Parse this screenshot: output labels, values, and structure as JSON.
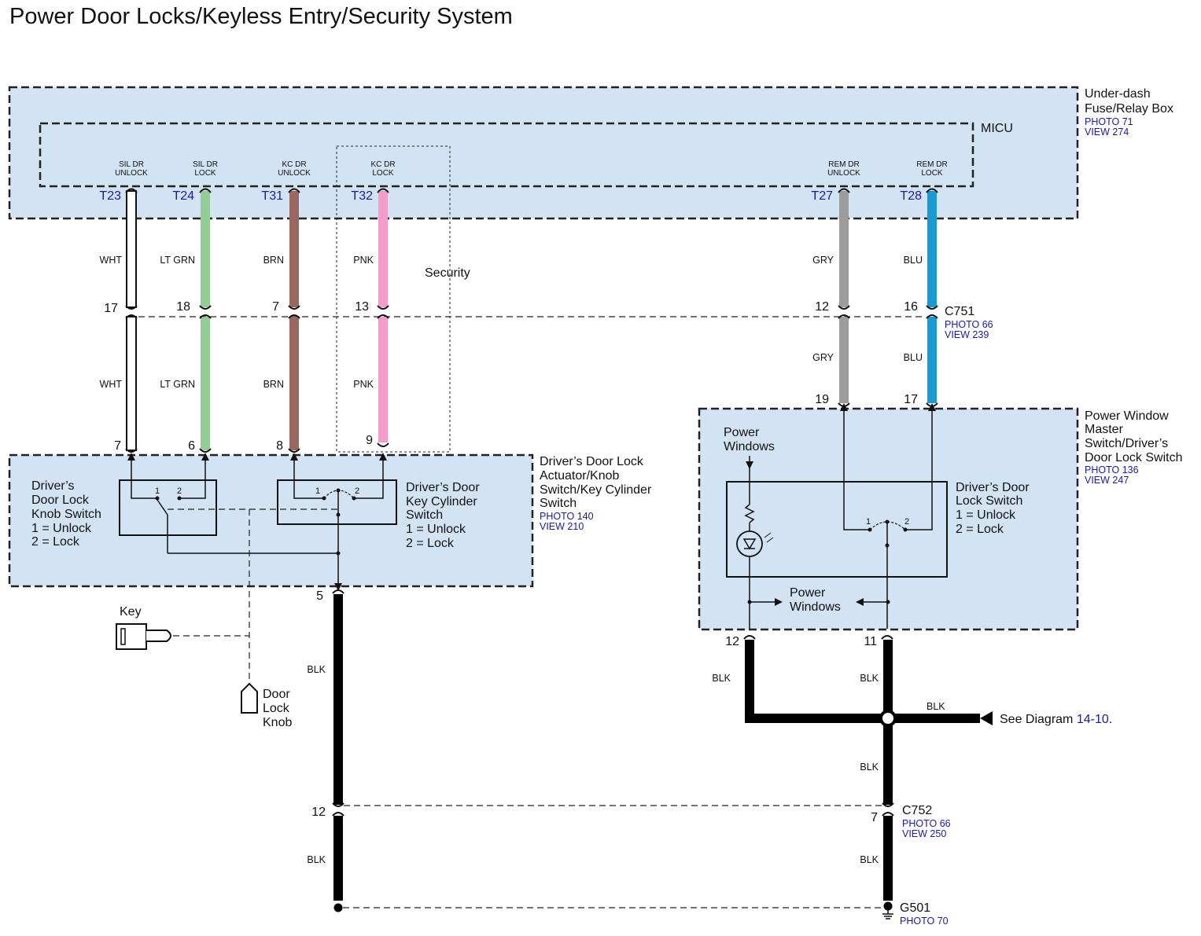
{
  "title": "Power Door Locks/Keyless Entry/Security System",
  "colors": {
    "box_fill": "#d2e3f4",
    "link_blue": "#1a1aa8",
    "wht": "#ffffff",
    "lt_grn": "#93cc95",
    "brn": "#9a6660",
    "pnk": "#f59ccb",
    "gry": "#9c9c9c",
    "blu": "#1a9ad2",
    "blk": "#000000"
  },
  "underdash_box": {
    "name_line1": "Under-dash",
    "name_line2": "Fuse/Relay Box",
    "photo": "PHOTO 71",
    "view": "VIEW 274",
    "micu_label": "MICU",
    "terminals": [
      {
        "label_line1": "SIL DR",
        "label_line2": "UNLOCK",
        "tnum": "T23"
      },
      {
        "label_line1": "SIL DR",
        "label_line2": "LOCK",
        "tnum": "T24"
      },
      {
        "label_line1": "KC DR",
        "label_line2": "UNLOCK",
        "tnum": "T31"
      },
      {
        "label_line1": "KC DR",
        "label_line2": "LOCK",
        "tnum": "T32"
      },
      {
        "label_line1": "REM DR",
        "label_line2": "UNLOCK",
        "tnum": "T27"
      },
      {
        "label_line1": "REM DR",
        "label_line2": "LOCK",
        "tnum": "T28"
      }
    ]
  },
  "security_label": "Security",
  "wires_upper": [
    "WHT",
    "LT GRN",
    "BRN",
    "PNK",
    "GRY",
    "BLU"
  ],
  "wires_lower": [
    "WHT",
    "LT GRN",
    "BRN",
    "PNK",
    "GRY",
    "BLU"
  ],
  "c751": {
    "name": "C751",
    "photo": "PHOTO 66",
    "view": "VIEW 239",
    "pins": [
      "17",
      "18",
      "7",
      "13",
      "12",
      "16"
    ]
  },
  "actuator_pins": [
    "7",
    "6",
    "8",
    "9"
  ],
  "pw_pins": [
    "19",
    "17"
  ],
  "actuator_box": {
    "name_line1": "Driver’s Door Lock",
    "name_line2": "Actuator/Knob",
    "name_line3": "Switch/Key Cylinder",
    "name_line4": "Switch",
    "photo": "PHOTO 140",
    "view": "VIEW 210",
    "knob_switch": {
      "line1": "Driver’s",
      "line2": "Door Lock",
      "line3": "Knob Switch",
      "line4": "1 = Unlock",
      "line5": "2 = Lock",
      "pos1": "1",
      "pos2": "2"
    },
    "key_switch": {
      "line1": "Driver’s Door",
      "line2": "Key Cylinder",
      "line3": "Switch",
      "line4": "1 = Unlock",
      "line5": "2 = Lock",
      "pos1": "1",
      "pos2": "2"
    },
    "ground_pin": "5"
  },
  "key_label": "Key",
  "door_knob": {
    "line1": "Door",
    "line2": "Lock",
    "line3": "Knob"
  },
  "pw_box": {
    "name_line1": "Power Window",
    "name_line2": "Master",
    "name_line3": "Switch/Driver’s",
    "name_line4": "Door Lock Switch",
    "photo": "PHOTO 136",
    "view": "VIEW 247",
    "power_windows_top_line1": "Power",
    "power_windows_top_line2": "Windows",
    "lock_switch": {
      "line1": "Driver’s Door",
      "line2": "Lock Switch",
      "line3": "1 = Unlock",
      "line4": "2 = Lock",
      "pos1": "1",
      "pos2": "2"
    },
    "power_windows_bottom_line1": "Power",
    "power_windows_bottom_line2": "Windows",
    "ground_pins": [
      "12",
      "11"
    ]
  },
  "blk_labels": [
    "BLK",
    "BLK",
    "BLK",
    "BLK",
    "BLK",
    "BLK",
    "BLK"
  ],
  "c752": {
    "name": "C752",
    "photo": "PHOTO 66",
    "view": "VIEW 250",
    "pin_left": "12",
    "pin_right": "7"
  },
  "see_diagram": {
    "prefix": "See Diagram ",
    "link": "14-10",
    "suffix": "."
  },
  "g501": {
    "name": "G501",
    "photo": "PHOTO 70"
  }
}
